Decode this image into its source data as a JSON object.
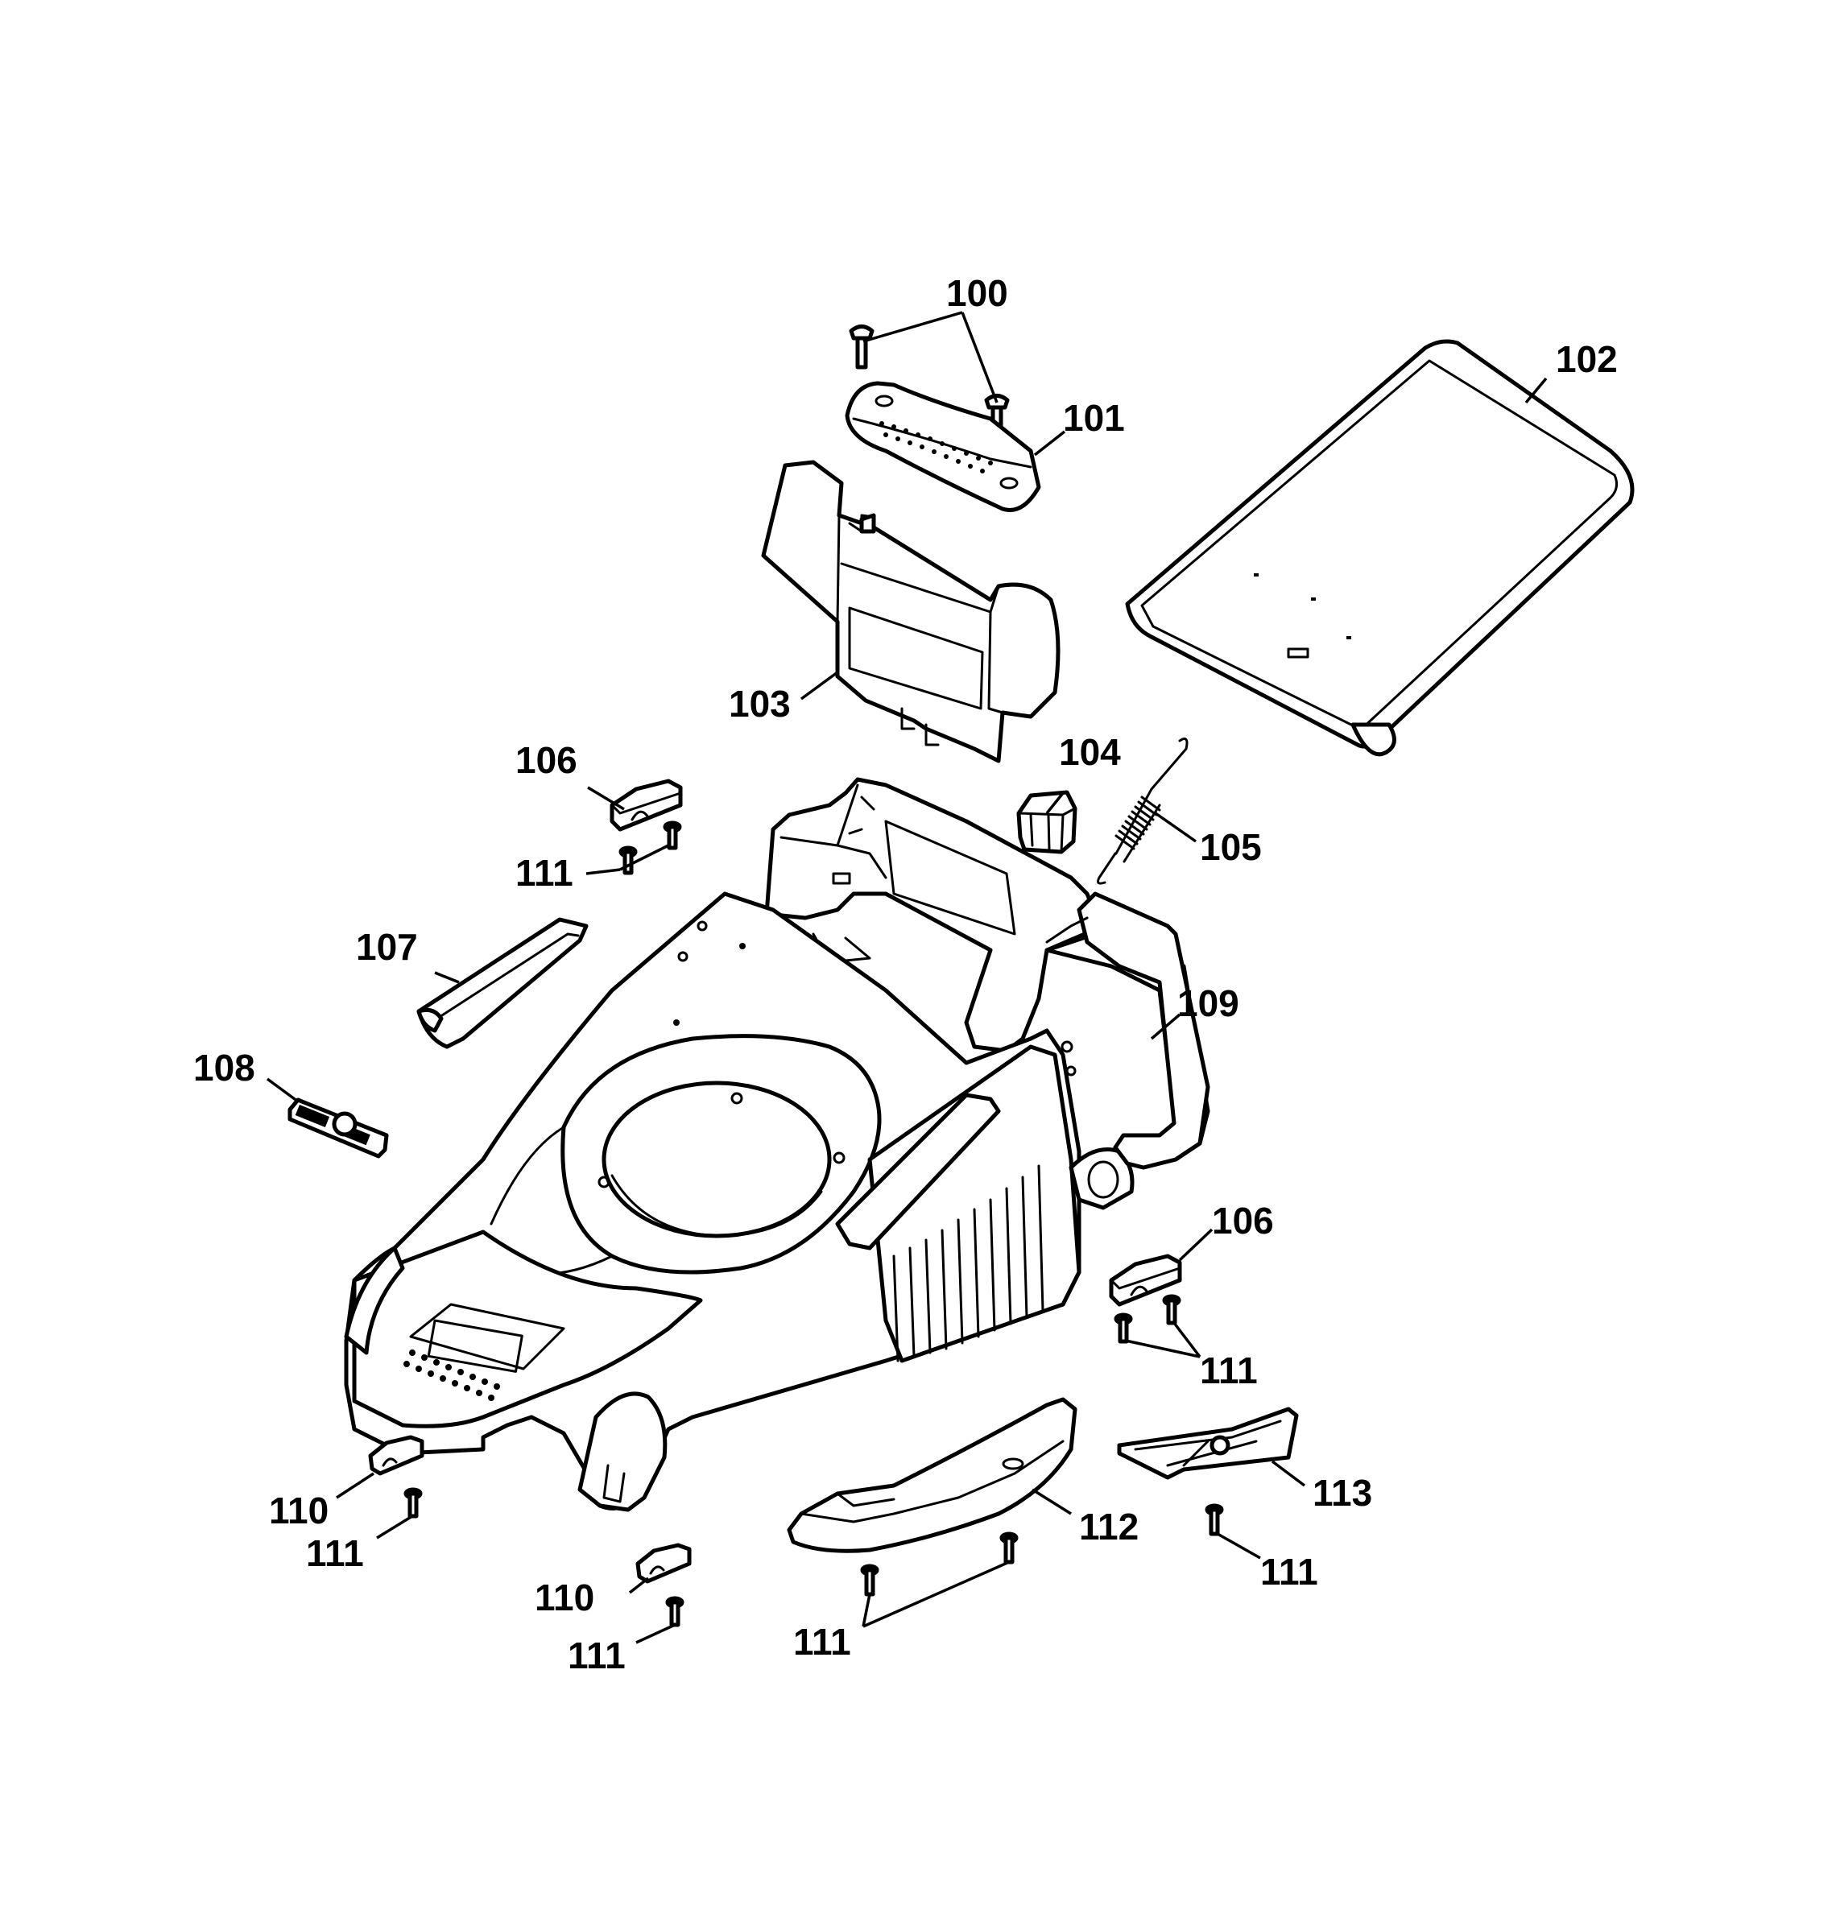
{
  "callouts": [
    {
      "id": "c100",
      "text": "100"
    },
    {
      "id": "c101",
      "text": "101"
    },
    {
      "id": "c102",
      "text": "102"
    },
    {
      "id": "c103",
      "text": "103"
    },
    {
      "id": "c104",
      "text": "104"
    },
    {
      "id": "c105",
      "text": "105"
    },
    {
      "id": "c106a",
      "text": "106"
    },
    {
      "id": "c106b",
      "text": "106"
    },
    {
      "id": "c107",
      "text": "107"
    },
    {
      "id": "c108",
      "text": "108"
    },
    {
      "id": "c109",
      "text": "109"
    },
    {
      "id": "c110a",
      "text": "110"
    },
    {
      "id": "c110b",
      "text": "110"
    },
    {
      "id": "c111a",
      "text": "111"
    },
    {
      "id": "c111b",
      "text": "111"
    },
    {
      "id": "c111c",
      "text": "111"
    },
    {
      "id": "c111d",
      "text": "111"
    },
    {
      "id": "c111e",
      "text": "111"
    },
    {
      "id": "c111f",
      "text": "111"
    },
    {
      "id": "c112",
      "text": "112"
    },
    {
      "id": "c113",
      "text": "113"
    }
  ]
}
